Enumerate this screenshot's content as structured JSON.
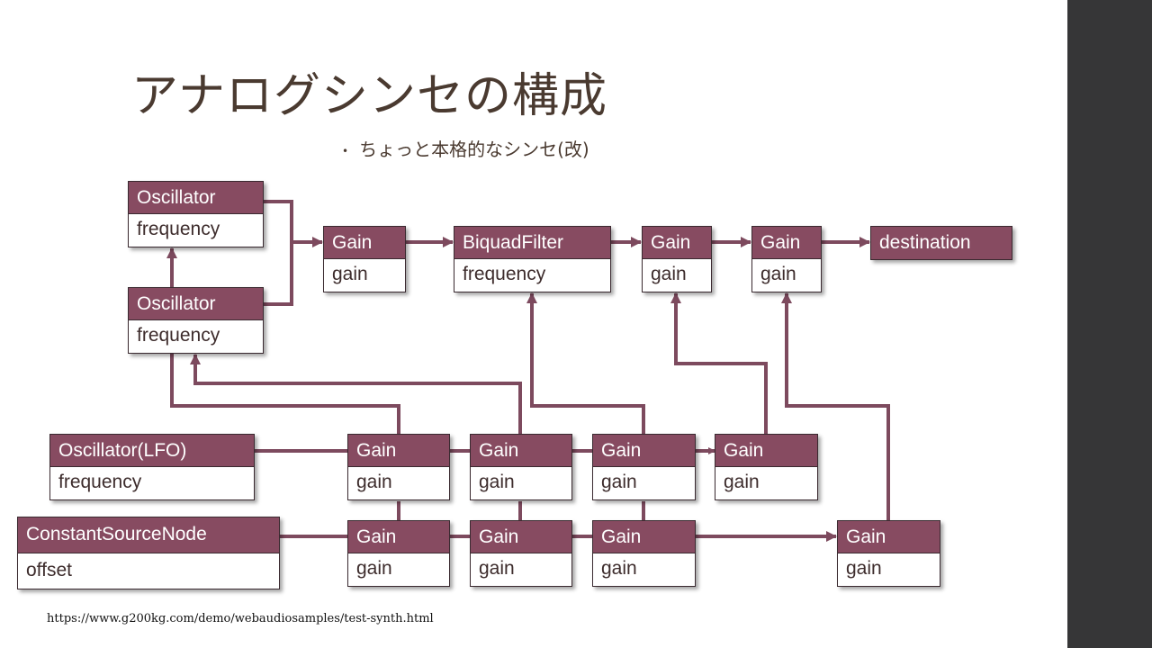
{
  "slide": {
    "title": "アナログシンセの構成",
    "subtitle_bullet": "•",
    "subtitle": "ちょっと本格的なシンセ(改)",
    "footer_url": "https://www.g200kg.com/demo/webaudiosamples/test-synth.html"
  },
  "colors": {
    "node_header": "#874b61",
    "wire": "#7d4a5e",
    "side_panel": "#363637",
    "title_text": "#4a3a30"
  },
  "nodes": {
    "osc1": {
      "title": "Oscillator",
      "param": "frequency"
    },
    "osc2": {
      "title": "Oscillator",
      "param": "frequency"
    },
    "gain_main1": {
      "title": "Gain",
      "param": "gain"
    },
    "filter": {
      "title": "BiquadFilter",
      "param": "frequency"
    },
    "gain_main2": {
      "title": "Gain",
      "param": "gain"
    },
    "gain_main3": {
      "title": "Gain",
      "param": "gain"
    },
    "destination": {
      "title": "destination"
    },
    "lfo": {
      "title": "Oscillator(LFO)",
      "param": "frequency"
    },
    "lfo_gain1": {
      "title": "Gain",
      "param": "gain"
    },
    "lfo_gain2": {
      "title": "Gain",
      "param": "gain"
    },
    "lfo_gain3": {
      "title": "Gain",
      "param": "gain"
    },
    "lfo_gain4": {
      "title": "Gain",
      "param": "gain"
    },
    "const": {
      "title": "ConstantSourceNode",
      "param": "offset"
    },
    "const_gain1": {
      "title": "Gain",
      "param": "gain"
    },
    "const_gain2": {
      "title": "Gain",
      "param": "gain"
    },
    "const_gain3": {
      "title": "Gain",
      "param": "gain"
    },
    "const_gain4": {
      "title": "Gain",
      "param": "gain"
    }
  },
  "connections": [
    {
      "from": "osc1",
      "to": "gain_main1"
    },
    {
      "from": "osc2",
      "to": "gain_main1"
    },
    {
      "from": "osc2",
      "to": "osc1.frequency"
    },
    {
      "from": "gain_main1",
      "to": "filter"
    },
    {
      "from": "filter",
      "to": "gain_main2"
    },
    {
      "from": "gain_main2",
      "to": "gain_main3"
    },
    {
      "from": "gain_main3",
      "to": "destination"
    },
    {
      "from": "lfo",
      "to": "lfo_gain1"
    },
    {
      "from": "lfo_gain1",
      "to": "lfo_gain2"
    },
    {
      "from": "lfo_gain2",
      "to": "lfo_gain3"
    },
    {
      "from": "lfo_gain3",
      "to": "lfo_gain4"
    },
    {
      "from": "const",
      "to": "const_gain1"
    },
    {
      "from": "const_gain1",
      "to": "const_gain2"
    },
    {
      "from": "const_gain2",
      "to": "const_gain3"
    },
    {
      "from": "const_gain3",
      "to": "const_gain4"
    },
    {
      "from": "lfo_gain1",
      "to": "osc1.frequency"
    },
    {
      "from": "lfo_gain2",
      "to": "osc2.frequency"
    },
    {
      "from": "lfo_gain3",
      "to": "filter.frequency"
    },
    {
      "from": "lfo_gain4",
      "to": "gain_main2.gain"
    },
    {
      "from": "const_gain4",
      "to": "gain_main3.gain"
    }
  ]
}
